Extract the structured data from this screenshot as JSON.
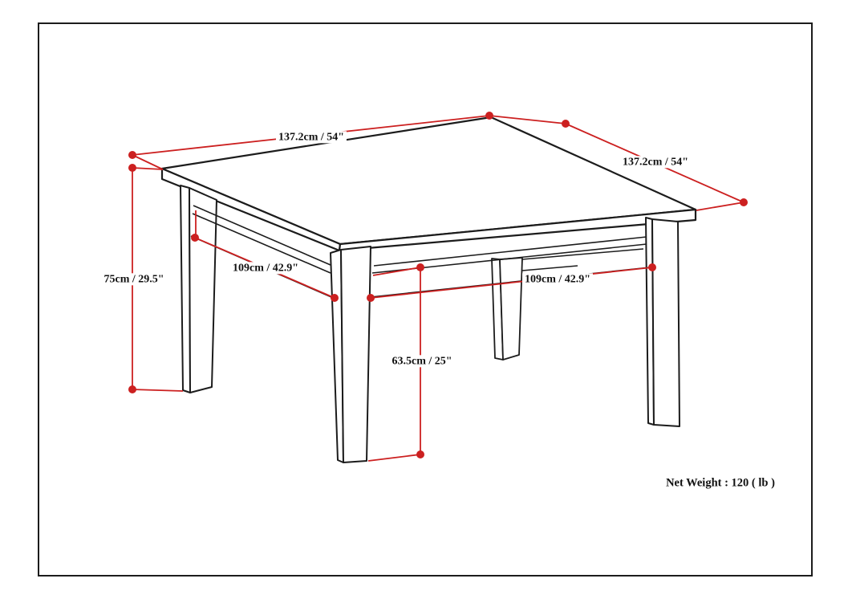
{
  "diagram": {
    "type": "furniture-dimension-diagram",
    "subject": "square dining table line drawing",
    "labels": {
      "top_width": "137.2cm / 54\"",
      "right_depth": "137.2cm / 54\"",
      "height": "75cm / 29.5\"",
      "apron_span_left": "109cm / 42.9\"",
      "apron_span_right": "109cm / 42.9\"",
      "clearance": "63.5cm / 25\"",
      "net_weight": "Net Weight : 120 ( lb )"
    },
    "colors": {
      "dimension_red": "#cc2020",
      "drawing_line": "#1c1c1c",
      "background": "#ffffff"
    }
  }
}
